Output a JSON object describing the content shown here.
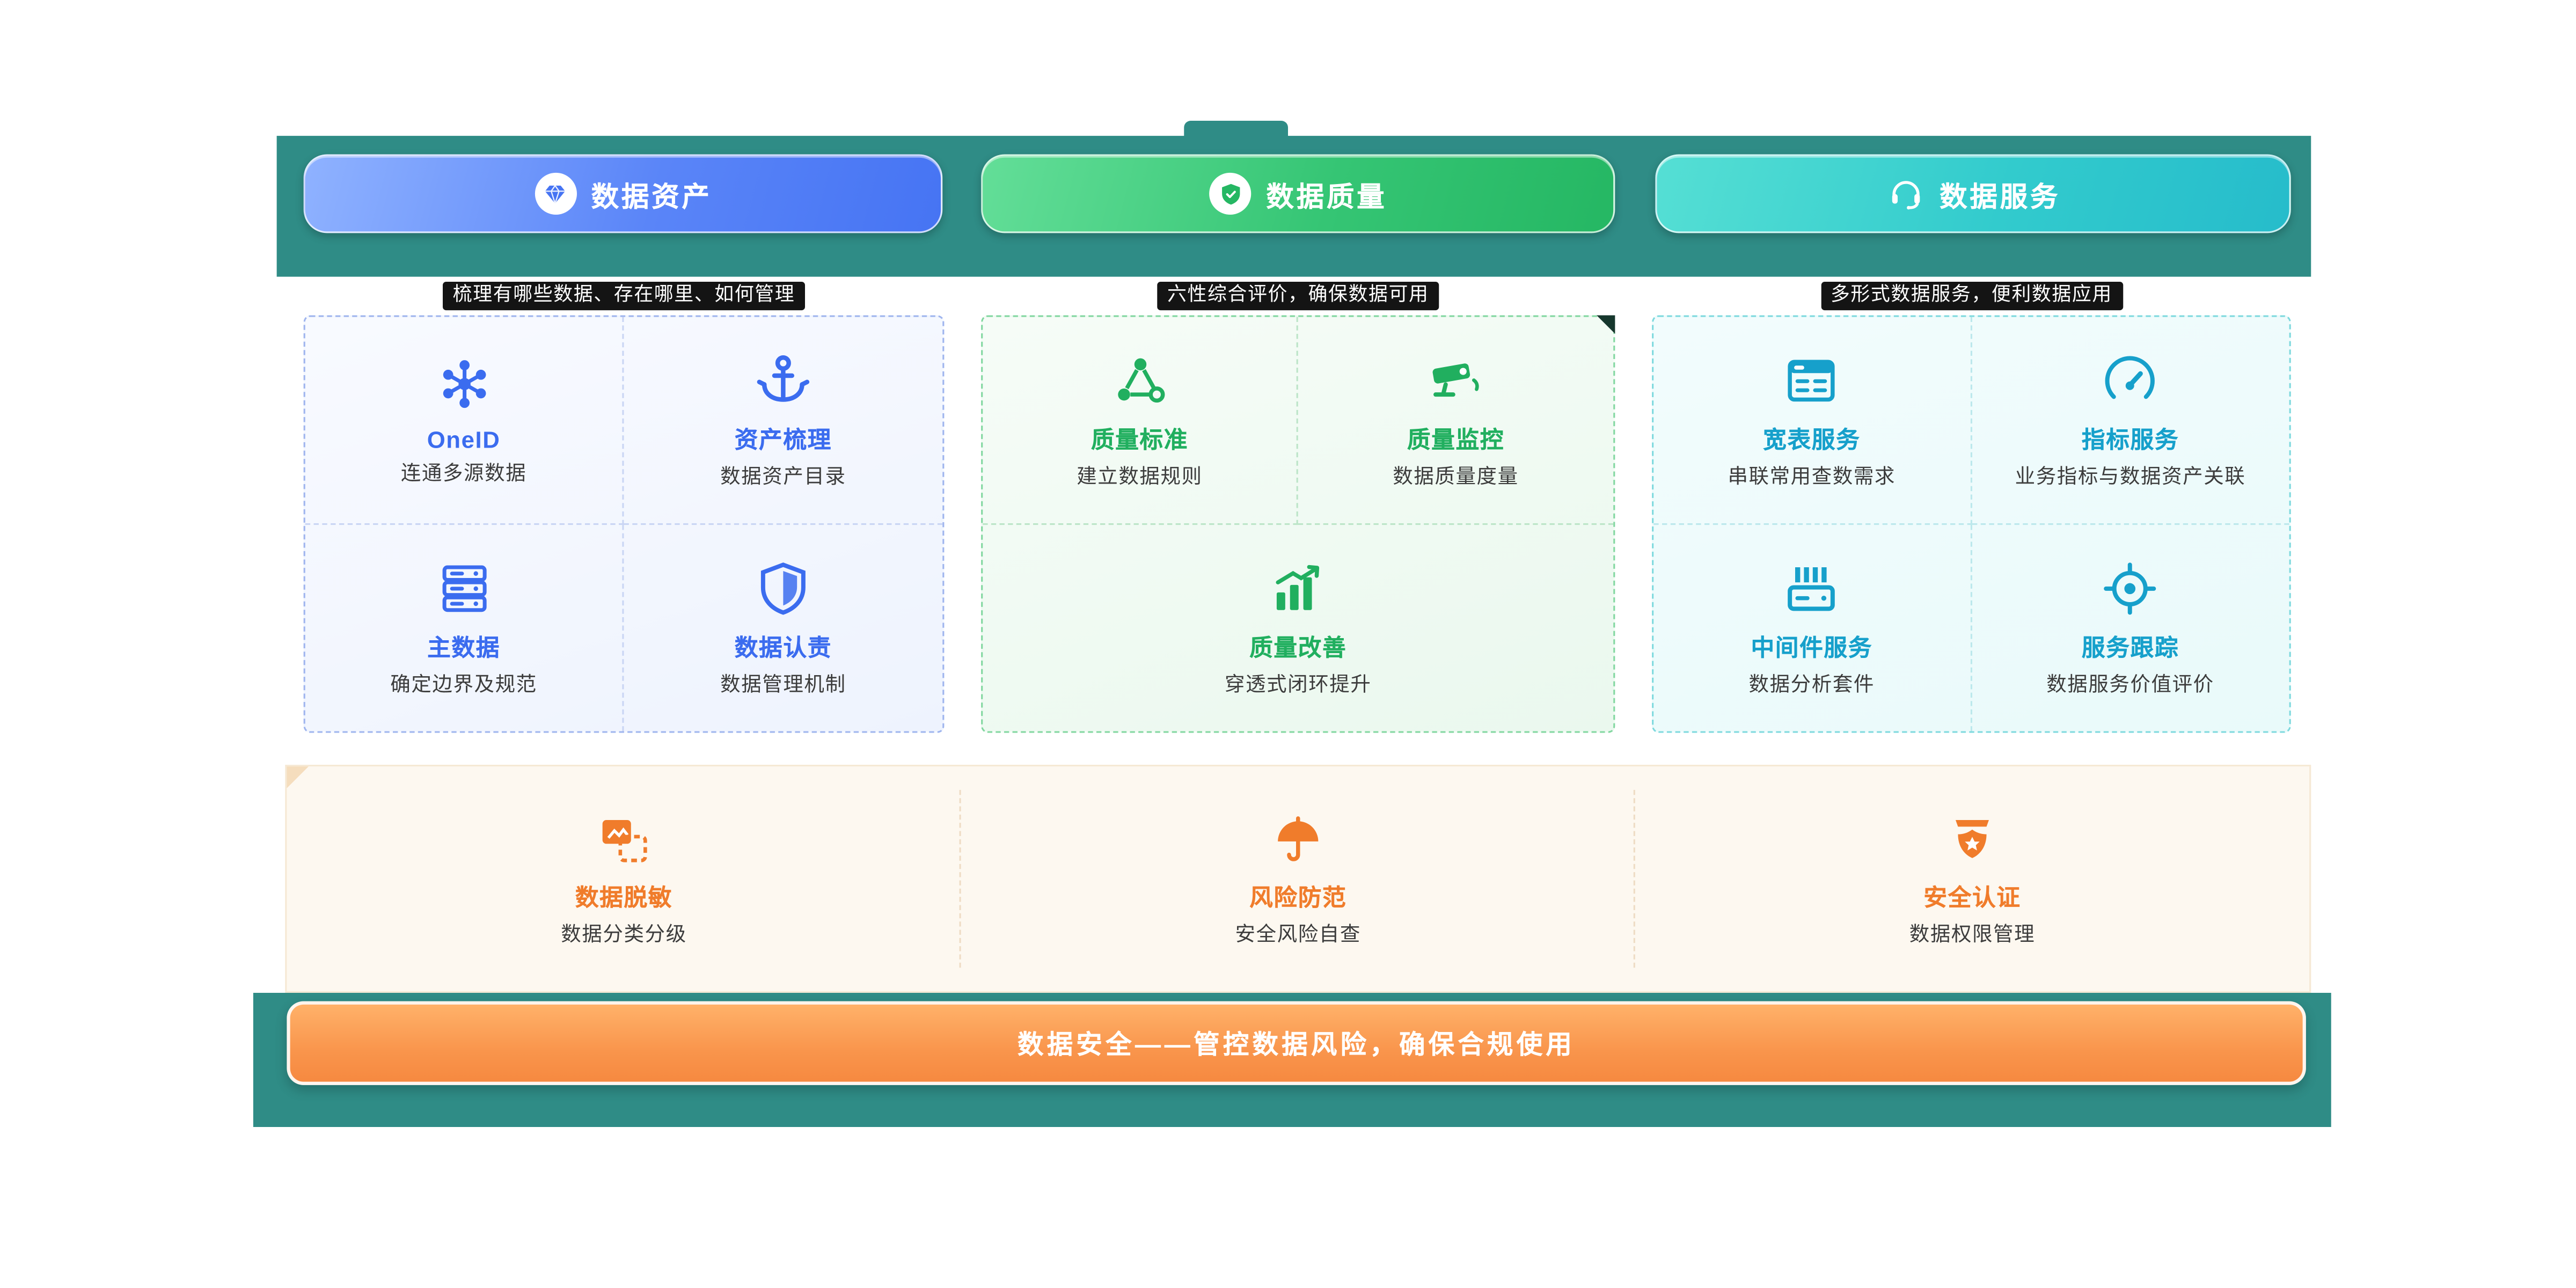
{
  "colors": {
    "band_teal": "#2F8C86",
    "accent_blue": "#3B6CEF",
    "accent_green": "#21AF5F",
    "accent_cyan": "#16A0CB",
    "accent_orange": "#F07C2B",
    "banner_orange": "#F68940"
  },
  "header": {
    "tabs": [
      {
        "label": "数据资产",
        "icon": "gem-icon",
        "subtitle": "梳理有哪些数据、存在哪里、如何管理"
      },
      {
        "label": "数据质量",
        "icon": "shield-check-icon",
        "subtitle": "六性综合评价，确保数据可用"
      },
      {
        "label": "数据服务",
        "icon": "headset-icon",
        "subtitle": "多形式数据服务，便利数据应用"
      }
    ]
  },
  "panels": [
    {
      "id": "assets",
      "items": [
        {
          "title": "OneID",
          "desc": "连通多源数据",
          "icon": "network-icon"
        },
        {
          "title": "资产梳理",
          "desc": "数据资产目录",
          "icon": "anchor-icon"
        },
        {
          "title": "主数据",
          "desc": "确定边界及规范",
          "icon": "server-stack-icon"
        },
        {
          "title": "数据认责",
          "desc": "数据管理机制",
          "icon": "shield-icon"
        }
      ]
    },
    {
      "id": "quality",
      "items": [
        {
          "title": "质量标准",
          "desc": "建立数据规则",
          "icon": "nodes-icon"
        },
        {
          "title": "质量监控",
          "desc": "数据质量度量",
          "icon": "cctv-icon"
        },
        {
          "title": "质量改善",
          "desc": "穿透式闭环提升",
          "icon": "chart-up-icon"
        }
      ]
    },
    {
      "id": "services",
      "items": [
        {
          "title": "宽表服务",
          "desc": "串联常用查数需求",
          "icon": "table-icon"
        },
        {
          "title": "指标服务",
          "desc": "业务指标与数据资产关联",
          "icon": "gauge-icon"
        },
        {
          "title": "中间件服务",
          "desc": "数据分析套件",
          "icon": "middleware-icon"
        },
        {
          "title": "服务跟踪",
          "desc": "数据服务价值评价",
          "icon": "target-icon"
        }
      ]
    }
  ],
  "security": {
    "items": [
      {
        "title": "数据脱敏",
        "desc": "数据分类分级",
        "icon": "mask-card-icon"
      },
      {
        "title": "风险防范",
        "desc": "安全风险自查",
        "icon": "umbrella-icon"
      },
      {
        "title": "安全认证",
        "desc": "数据权限管理",
        "icon": "badge-icon"
      }
    ],
    "banner": "数据安全——管控数据风险，确保合规使用"
  }
}
